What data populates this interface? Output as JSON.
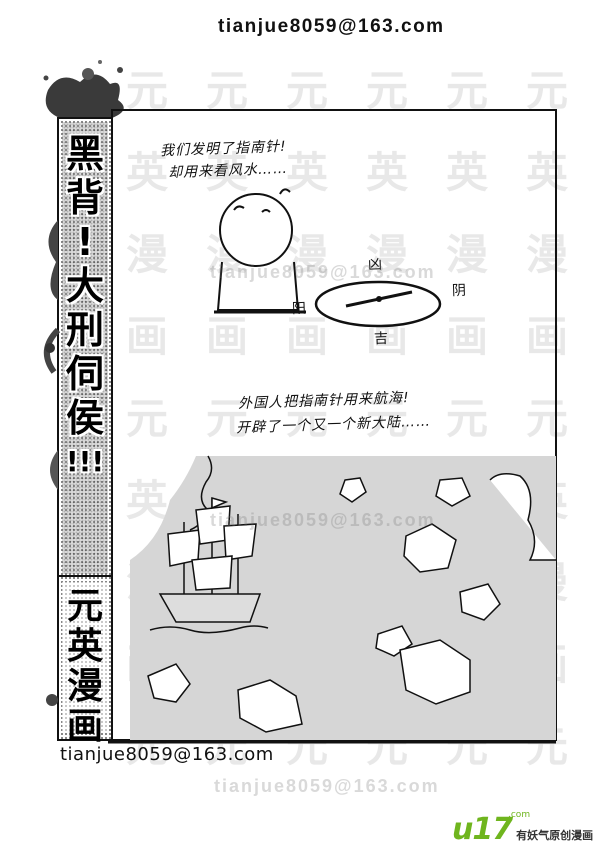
{
  "header": {
    "email": "tianjue8059@163.com"
  },
  "footer": {
    "email": "tianjue8059@163.com",
    "faint_email": "tianjue8059@163.com"
  },
  "side_title": {
    "chars": [
      "黑",
      "背",
      "!",
      "大",
      "刑",
      "伺",
      "侯",
      "!!!"
    ]
  },
  "side_footer": {
    "chars": [
      "元",
      "英",
      "漫",
      "画"
    ]
  },
  "watermark": {
    "chars": [
      "元",
      "英",
      "漫",
      "画"
    ],
    "inline_email": "tianjue8059@163.com"
  },
  "panel1": {
    "line1": "我们发明了指南针!",
    "line2": "却用来看风水……",
    "compass_top": "凶",
    "compass_right": "阴",
    "compass_left": "阳",
    "compass_bottom": "吉"
  },
  "panel2": {
    "line1": "外国人把指南针用来航海!",
    "line2": "开辟了一个又一个新大陆……"
  },
  "brand": {
    "logo": "u17",
    "domain": ".com",
    "tagline": "有妖气原创漫画"
  },
  "colors": {
    "ink": "#111111",
    "sea": "#d6d6d6",
    "brand_green": "#6fb51e"
  }
}
